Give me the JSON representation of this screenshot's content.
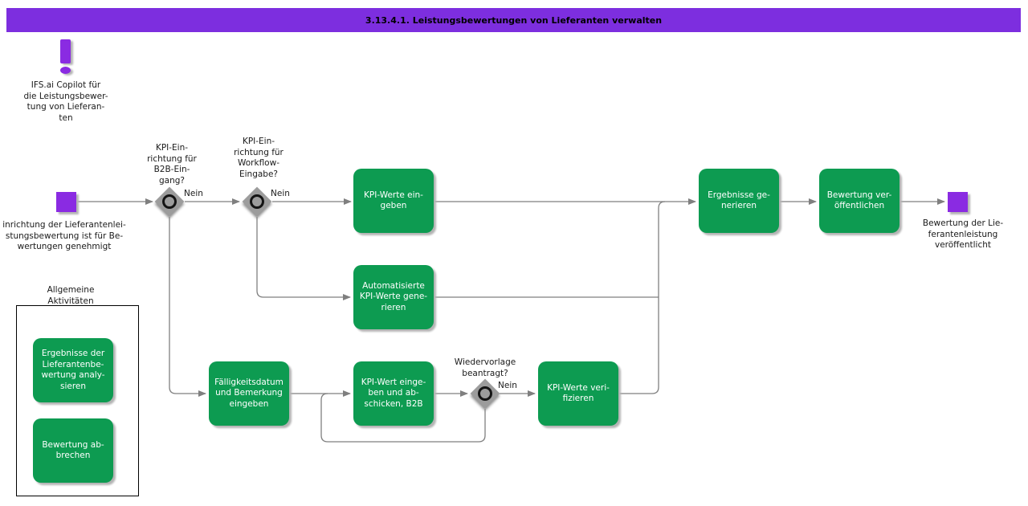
{
  "title_bar": {
    "title": "3.13.4.1. Leistungsbewertungen von Lieferanten verwalten"
  },
  "annotation": {
    "icon": "exclamation-icon",
    "text": "IFS.ai Copilot für\ndie Leistungsbewer-\ntung von Lieferan-\nten"
  },
  "events": {
    "start": {
      "label": "inrichtung der Lieferantenlei-\nstungsbewertung ist für Be-\nwertungen genehmigt"
    },
    "end": {
      "label": "Bewertung der Lie-\nferantenleistung\nveröffentlicht"
    }
  },
  "gateways": [
    {
      "question": "KPI-Ein-\nrichtung für\nB2B-Ein-\ngang?",
      "branch": "Nein"
    },
    {
      "question": "KPI-Ein-\nrichtung für\nWorkflow-\nEingabe?",
      "branch": "Nein"
    },
    {
      "question": "Wiedervorlage\nbeantragt?",
      "branch": "Nein"
    }
  ],
  "activities": [
    {
      "label": "KPI-Werte ein-\ngeben"
    },
    {
      "label": "Automatisierte\nKPI-Werte gene-\nrieren"
    },
    {
      "label": "Fälligkeitsdatum\nund Bemerkung\neingeben"
    },
    {
      "label": "KPI-Wert einge-\nben und ab-\nschicken, B2B"
    },
    {
      "label": "KPI-Werte veri-\nfizieren"
    },
    {
      "label": "Ergebnisse ge-\nnerieren"
    },
    {
      "label": "Bewertung ver-\nöffentlichen"
    }
  ],
  "general_activities": {
    "heading": "Allgemeine\nAktivitäten",
    "items": [
      {
        "label": "Ergebnisse der\nLieferantenbe-\nwertung analy-\nsieren"
      },
      {
        "label": "Bewertung ab-\nbrechen"
      }
    ]
  },
  "colors": {
    "title_bar": "#7d2edf",
    "event": "#8a2be2",
    "activity": "#0d9b51",
    "gateway": "#9c9c9c",
    "connector": "#7f7f7f"
  }
}
